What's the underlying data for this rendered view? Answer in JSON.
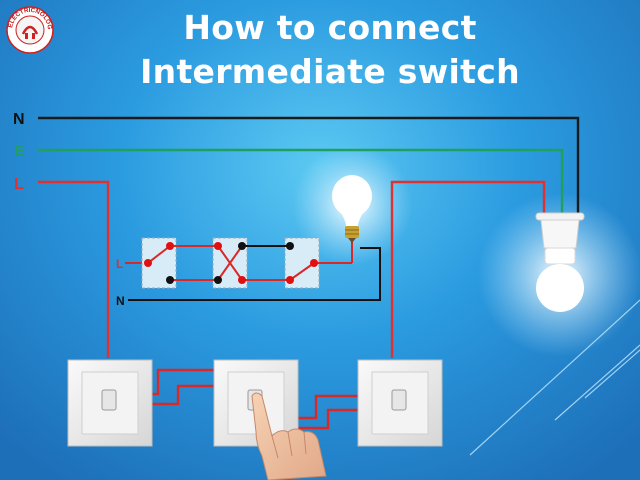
{
  "title": {
    "line1": "How to connect",
    "line2": "Intermediate switch"
  },
  "wire_labels": {
    "neutral": "N",
    "earth": "E",
    "live": "L"
  },
  "schematic_labels": {
    "live": "L",
    "neutral": "N"
  },
  "logo": {
    "text": "ELECTRICNOLOGY"
  },
  "colors": {
    "live_wire": "#e03030",
    "neutral_wire": "#1a1a1a",
    "earth_wire": "#1fa060",
    "background": "#2b9be0",
    "switch_plate": "#eeeeee",
    "contact_red": "#e01010",
    "contact_black": "#111111"
  },
  "icons": [
    "logo-badge",
    "light-bulb-icon",
    "pendant-lamp-icon",
    "pointing-hand-icon"
  ]
}
